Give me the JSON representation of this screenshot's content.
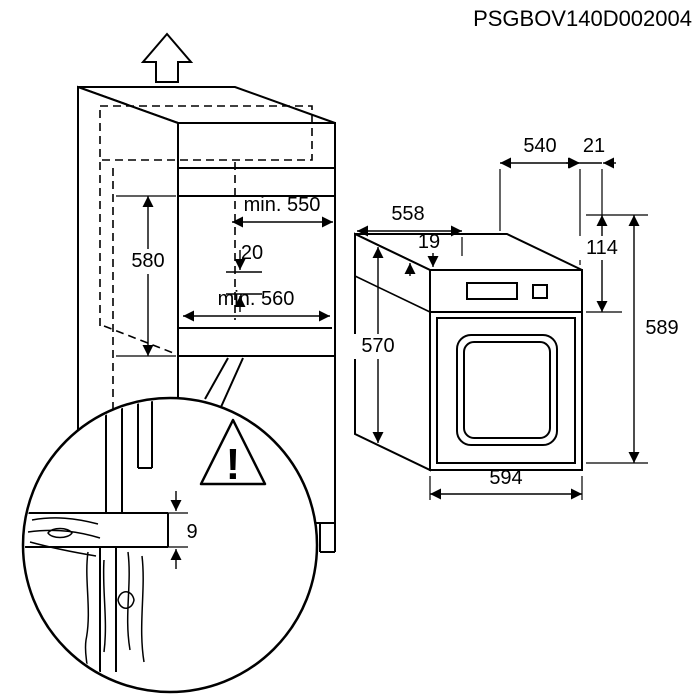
{
  "title": "PSGBOV140D002004",
  "colors": {
    "line": "#000000",
    "background": "#ffffff"
  },
  "cabinet": {
    "dim_niche_height": "580",
    "dim_niche_depth": "min. 550",
    "dim_rear_gap": "20",
    "dim_niche_width": "min. 560"
  },
  "oven": {
    "dim_top_depth": "540",
    "dim_front_overhang": "21",
    "dim_body_depth": "558",
    "dim_top_clearance": "19",
    "dim_panel_height": "114",
    "dim_total_height": "589",
    "dim_side_height": "570",
    "dim_width": "594"
  },
  "detail": {
    "dim_gap": "9",
    "warning_mark": "!"
  }
}
